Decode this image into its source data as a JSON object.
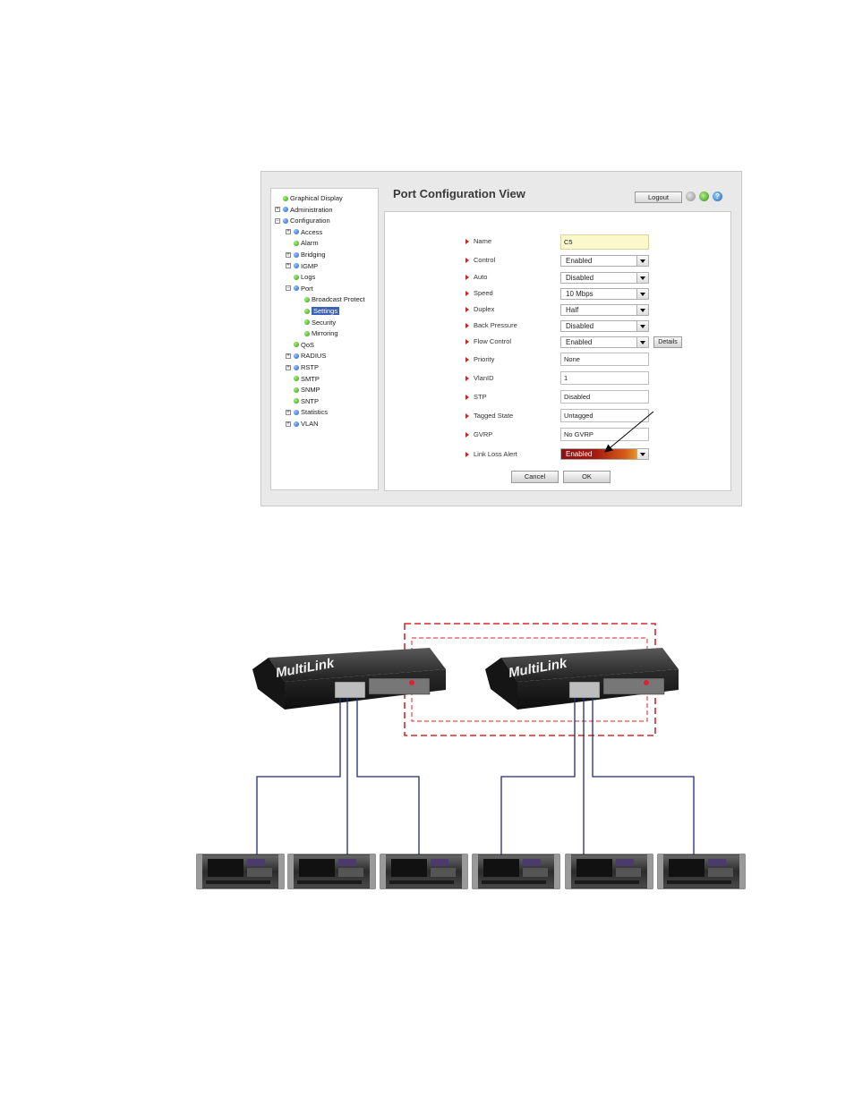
{
  "tree": {
    "items": [
      {
        "label": "Graphical Display",
        "exp": "",
        "dot": "green",
        "level": 0
      },
      {
        "label": "Administration",
        "exp": "+",
        "dot": "blue",
        "level": 0
      },
      {
        "label": "Configuration",
        "exp": "−",
        "dot": "blue",
        "level": 0
      },
      {
        "label": "Access",
        "exp": "+",
        "dot": "blue",
        "level": 1
      },
      {
        "label": "Alarm",
        "exp": "",
        "dot": "green",
        "level": 1
      },
      {
        "label": "Bridging",
        "exp": "+",
        "dot": "blue",
        "level": 1
      },
      {
        "label": "IGMP",
        "exp": "+",
        "dot": "blue",
        "level": 1
      },
      {
        "label": "Logs",
        "exp": "",
        "dot": "green",
        "level": 1
      },
      {
        "label": "Port",
        "exp": "−",
        "dot": "blue",
        "level": 1
      },
      {
        "label": "Broadcast Protect",
        "exp": "",
        "dot": "green",
        "level": 2
      },
      {
        "label": "Settings",
        "exp": "",
        "dot": "green",
        "level": 2,
        "selected": true
      },
      {
        "label": "Security",
        "exp": "",
        "dot": "green",
        "level": 2
      },
      {
        "label": "Mirroring",
        "exp": "",
        "dot": "green",
        "level": 2
      },
      {
        "label": "QoS",
        "exp": "",
        "dot": "green",
        "level": 1
      },
      {
        "label": "RADIUS",
        "exp": "+",
        "dot": "blue",
        "level": 1
      },
      {
        "label": "RSTP",
        "exp": "+",
        "dot": "blue",
        "level": 1
      },
      {
        "label": "SMTP",
        "exp": "",
        "dot": "green",
        "level": 1
      },
      {
        "label": "SNMP",
        "exp": "",
        "dot": "green",
        "level": 1
      },
      {
        "label": "SNTP",
        "exp": "",
        "dot": "green",
        "level": 1
      },
      {
        "label": "Statistics",
        "exp": "+",
        "dot": "blue",
        "level": 1
      },
      {
        "label": "VLAN",
        "exp": "+",
        "dot": "blue",
        "level": 1
      }
    ]
  },
  "header": {
    "title": "Port Configuration View",
    "logout_label": "Logout",
    "help_glyph": "?"
  },
  "form": {
    "name_label": "Name",
    "name_value": "C5",
    "control_label": "Control",
    "control_value": "Enabled",
    "auto_label": "Auto",
    "auto_value": "Disabled",
    "speed_label": "Speed",
    "speed_value": "10 Mbps",
    "duplex_label": "Duplex",
    "duplex_value": "Half",
    "backpressure_label": "Back Pressure",
    "backpressure_value": "Disabled",
    "flowcontrol_label": "Flow Control",
    "flowcontrol_value": "Enabled",
    "details_label": "Details",
    "priority_label": "Priority",
    "priority_value": "None",
    "vlanid_label": "VlanID",
    "vlanid_value": "1",
    "stp_label": "STP",
    "stp_value": "Disabled",
    "tagged_label": "Tagged State",
    "tagged_value": "Untagged",
    "gvrp_label": "GVRP",
    "gvrp_value": "No GVRP",
    "linkloss_label": "Link Loss Alert",
    "linkloss_value": "Enabled",
    "cancel_label": "Cancel",
    "ok_label": "OK"
  },
  "diagram": {
    "brand_text": "MultiLink",
    "colors": {
      "ring": "#d8262b",
      "cable": "#1f2a7a",
      "switch": "#1b1b1b"
    },
    "relay_count": 6
  }
}
